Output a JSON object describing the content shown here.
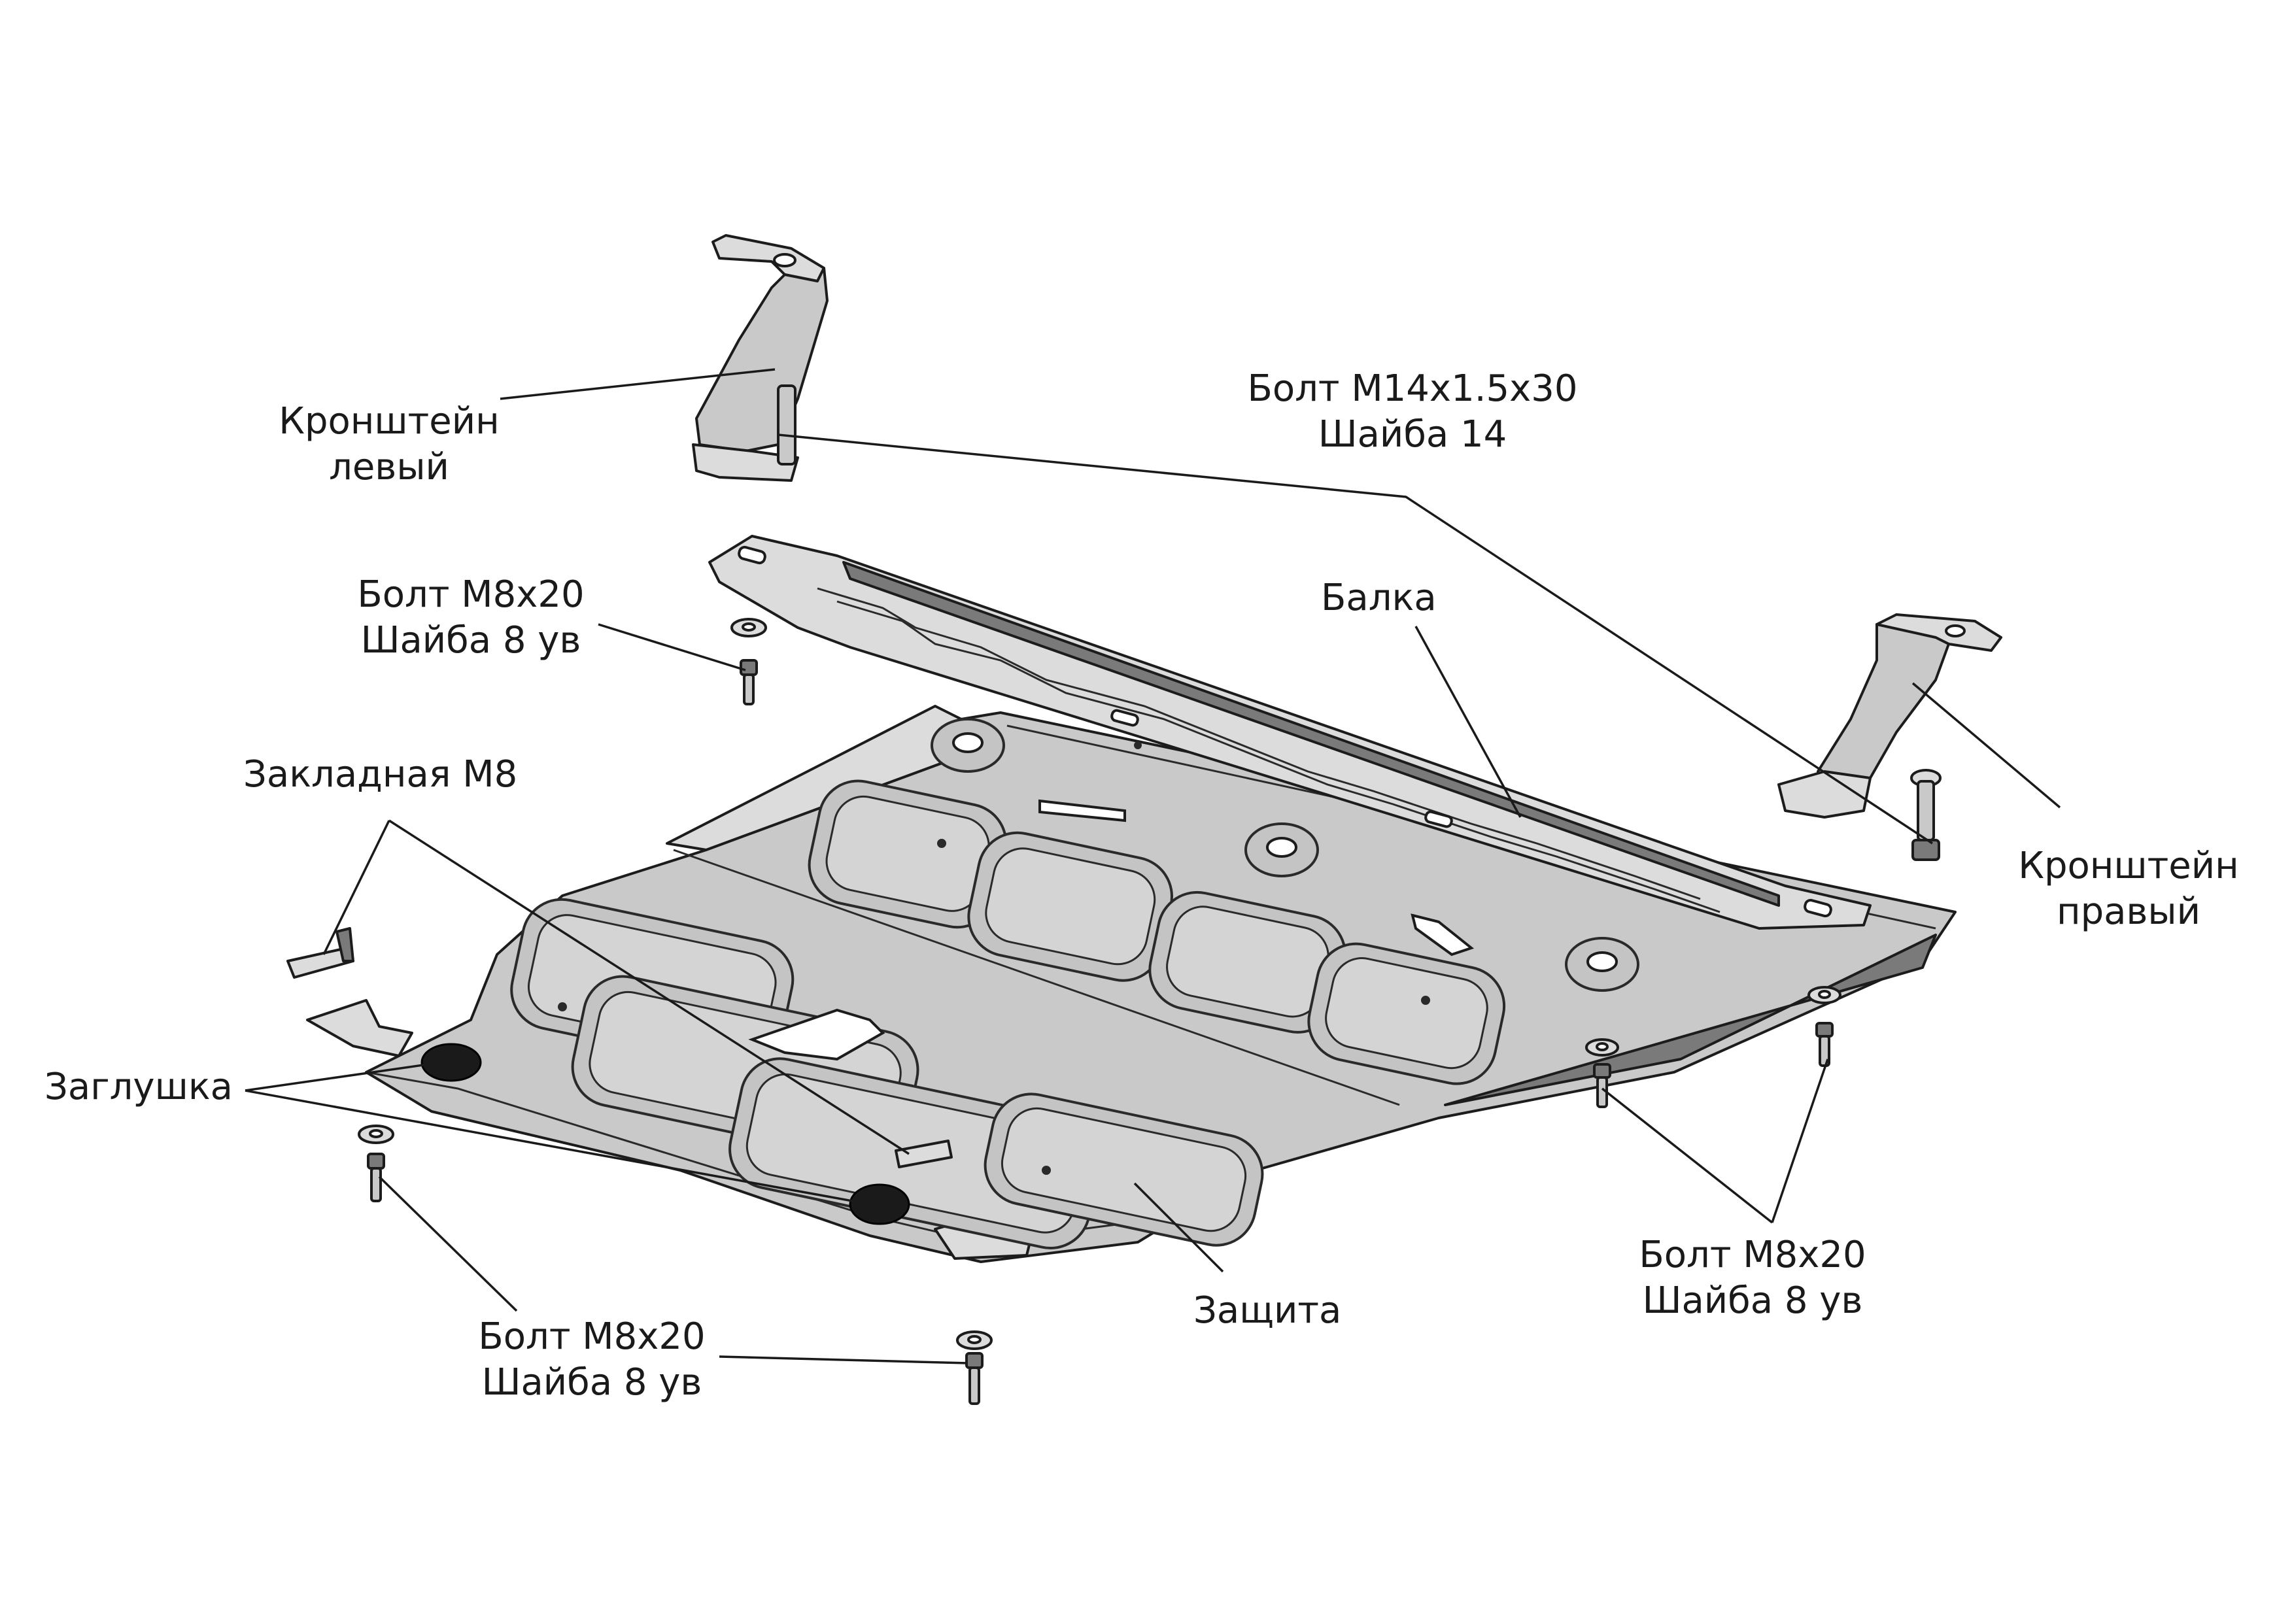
{
  "labels": {
    "bracket_left": [
      "Кронштейн",
      "левый"
    ],
    "bolt_m14": [
      "Болт М14х1.5х30",
      "Шайба 14"
    ],
    "bolt_m8_left": [
      "Болт М8х20",
      "Шайба 8 ув"
    ],
    "beam": "Балка",
    "insert": "Закладная М8",
    "bracket_right": [
      "Кронштейн",
      "правый"
    ],
    "plug": "Заглушка",
    "bolt_m8_right": [
      "Болт М8х20",
      "Шайба 8 ув"
    ],
    "shield": "Защита",
    "bolt_m8_bottom": [
      "Болт М8х20",
      "Шайба 8 ув"
    ]
  }
}
